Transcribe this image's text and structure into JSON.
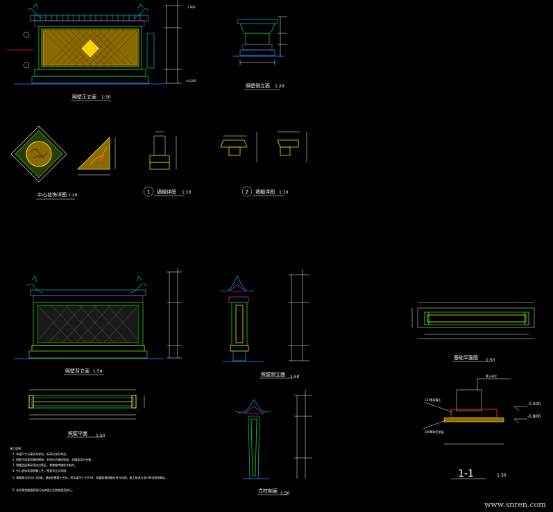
{
  "views": {
    "front_top": {
      "title": "照壁正立面",
      "scale": "1:50"
    },
    "side_top": {
      "title": "照壁侧立面",
      "scale": "1:20"
    },
    "center_panel": {
      "title": "中心花饰详图",
      "scale": "1:20"
    },
    "detail_1": {
      "num": "1",
      "title": "墙帽详图",
      "scale": "1:10"
    },
    "detail_2": {
      "num": "2",
      "title": "墙帽详图",
      "scale": "1:10"
    },
    "back_elev": {
      "title": "照壁背立面",
      "scale": "1:50"
    },
    "side_elev": {
      "title": "照壁侧立面",
      "scale": "1:50"
    },
    "plan_left": {
      "title": "照壁平面",
      "scale": "1:50"
    },
    "section_col": {
      "title": "立柱剖面",
      "scale": "1:50"
    },
    "plan_right": {
      "title": "基础平面图",
      "scale": "1:50"
    },
    "section_11": {
      "num": "1-1",
      "scale": "1:30"
    }
  },
  "section_levels": {
    "a": "-0.500",
    "b": "-0.800"
  },
  "section_labels": {
    "label1": "素土夯实",
    "label2": "C15素混凝土",
    "label3": "100厚碎石垫层"
  },
  "notes": {
    "header": "施工说明：",
    "lines": [
      "1. 本图尺寸以毫米为单位，标高以米为单位。",
      "2. 照壁主体采用青砖砌筑，外饰仿古青砖贴面，勾缝采用白灰膏。",
      "3. 墙帽及屋脊采用仿古筒瓦，脊兽按传统样式制作。",
      "4. 中心花饰采用砖雕工艺，图案详见大样图。",
      "5. 基础做法详见1-1剖面，基础底需素土夯实，密实度不小于0.93，如遇软弱地基应另行处理，施工前须与设计单位联系确认。",
      "6. 未尽事宜按国家现行有关施工及验收规范执行。"
    ]
  },
  "watermark": "www.snren.com"
}
